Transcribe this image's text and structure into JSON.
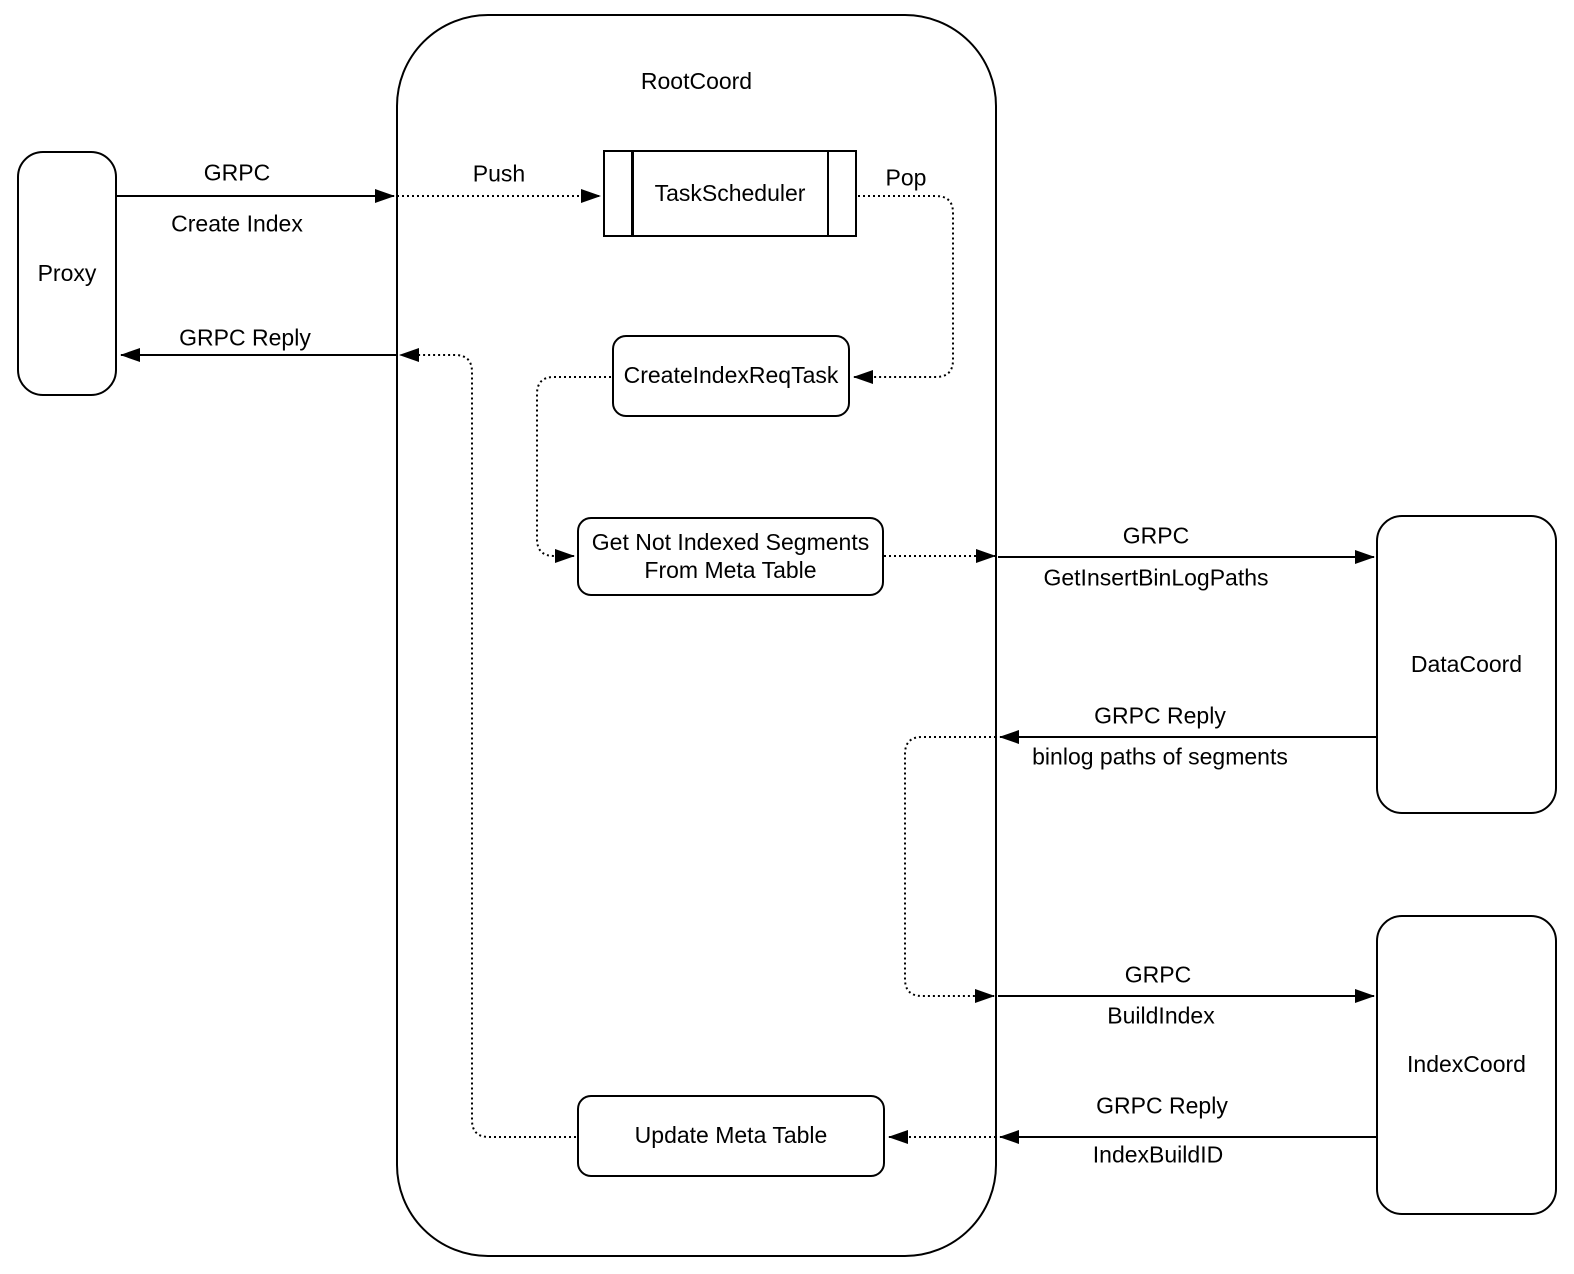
{
  "diagram": {
    "background": "#ffffff",
    "stroke_color": "#000000",
    "container": {
      "title": "RootCoord"
    },
    "nodes": {
      "proxy": "Proxy",
      "taskscheduler": "TaskScheduler",
      "create_index_req_task": "CreateIndexReqTask",
      "get_not_indexed_line1": "Get Not Indexed Segments",
      "get_not_indexed_line2": "From Meta Table",
      "update_meta_table": "Update Meta Table",
      "datacoord": "DataCoord",
      "indexcoord": "IndexCoord"
    },
    "edge_labels": {
      "create_index_line1": "GRPC",
      "create_index_line2": "Create Index",
      "reply_to_proxy": "GRPC Reply",
      "push": "Push",
      "pop": "Pop",
      "get_insert_binlog_line1": "GRPC",
      "get_insert_binlog_line2": "GetInsertBinLogPaths",
      "binlog_reply_line1": "GRPC Reply",
      "binlog_reply_line2": "binlog paths of segments",
      "build_index_line1": "GRPC",
      "build_index_line2": "BuildIndex",
      "index_build_reply_line1": "GRPC Reply",
      "index_build_reply_line2": "IndexBuildID"
    }
  }
}
